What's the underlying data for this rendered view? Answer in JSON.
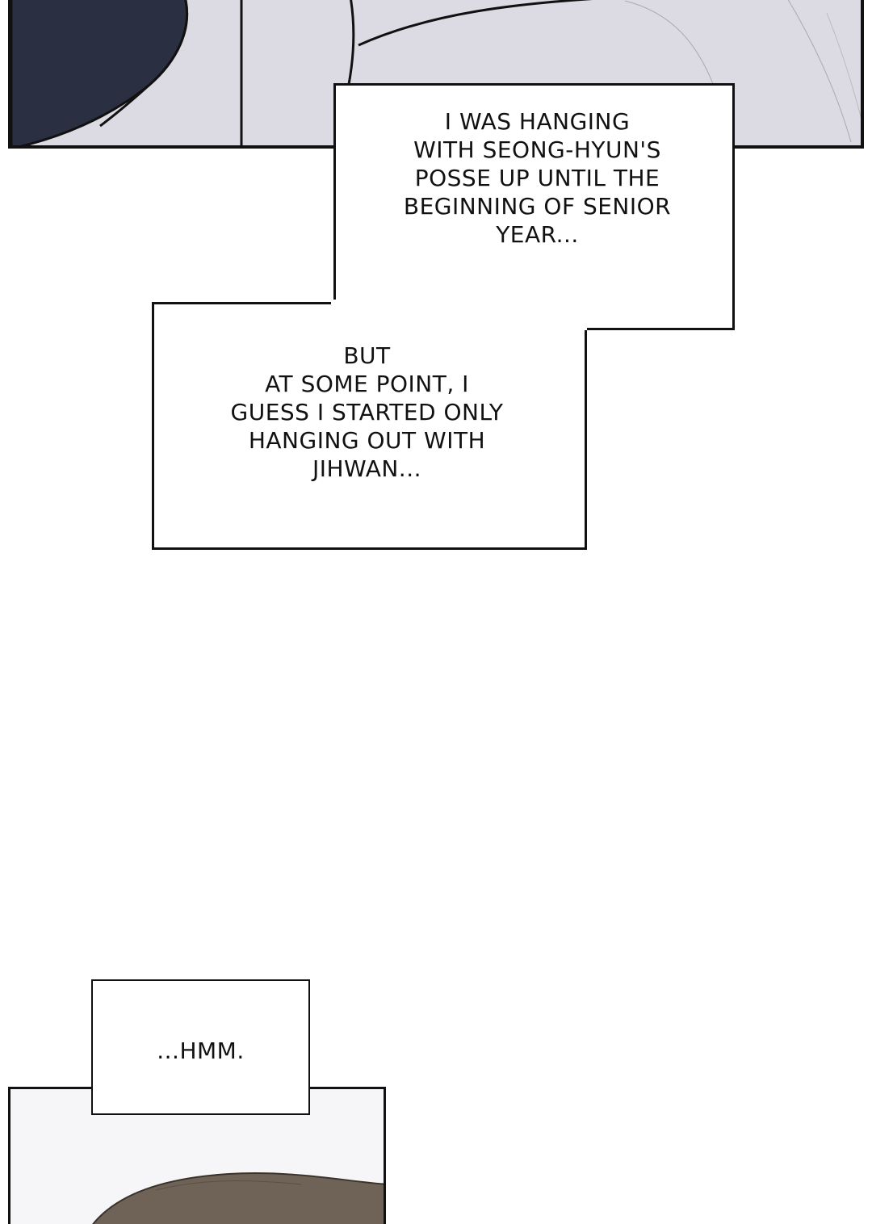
{
  "panels": {
    "top": {
      "background": "#dcdae3",
      "ink": "#111111"
    },
    "bottom": {
      "background": "#f6f5f7",
      "hair": "#6e6356"
    }
  },
  "captions": {
    "first": "I WAS HANGING\nWITH SEONG-HYUN'S\nPOSSE UP UNTIL THE\nBEGINNING OF SENIOR\nYEAR...",
    "second": "BUT\nAT SOME POINT, I\nGUESS I STARTED ONLY\nHANGING OUT WITH\nJIHWAN...",
    "third": "...HMM."
  }
}
